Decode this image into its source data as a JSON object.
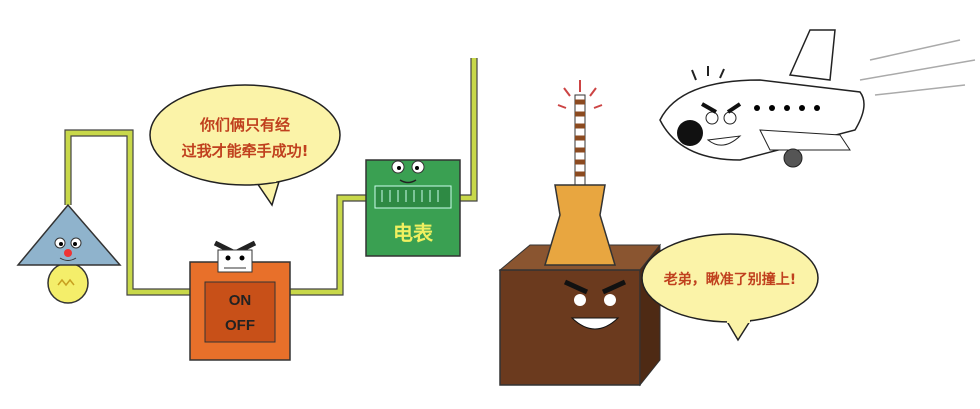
{
  "bubble_left": {
    "line1": "你们俩只有经",
    "line2": "过我才能牵手成功!"
  },
  "switch": {
    "on": "ON",
    "off": "OFF"
  },
  "meter": {
    "label": "电表"
  },
  "bubble_right": {
    "text": "老弟，瞅准了别撞上!"
  },
  "colors": {
    "wire": "#c8d84a",
    "switch": "#e8702a",
    "meter": "#3aa052",
    "tower": "#6b3a1e",
    "horn": "#e8a640",
    "bubble": "#fbf3a8",
    "text": "#c0401e"
  }
}
